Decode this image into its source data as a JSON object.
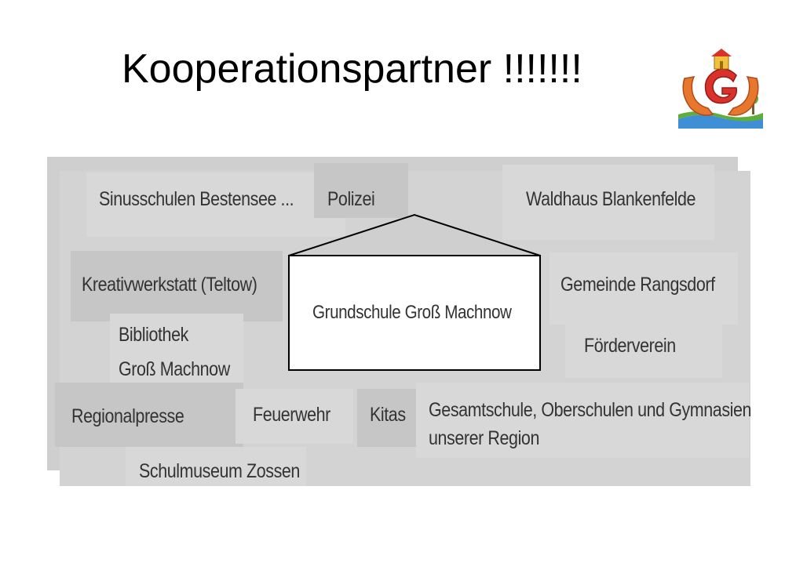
{
  "title": "Kooperationspartner !!!!!!!",
  "logo": {
    "icon": "school-logo-icon",
    "colors": {
      "red": "#d8322a",
      "orange": "#e8772e",
      "green": "#5fae3a",
      "blue": "#3f8fd6",
      "yellow": "#f2c23b"
    }
  },
  "center": {
    "label": "Grundschule Groß Machnow"
  },
  "partners": [
    {
      "id": "sinusschulen",
      "label": "Sinusschulen Bestensee ..."
    },
    {
      "id": "polizei",
      "label": "Polizei"
    },
    {
      "id": "waldhaus",
      "label": "Waldhaus Blankenfelde"
    },
    {
      "id": "kreativwerkstatt",
      "label": "Kreativwerkstatt (Teltow)"
    },
    {
      "id": "gemeinde",
      "label": "Gemeinde Rangsdorf"
    },
    {
      "id": "bibliothek-1",
      "label": "Bibliothek"
    },
    {
      "id": "bibliothek-2",
      "label": "Groß Machnow"
    },
    {
      "id": "foerderverein",
      "label": "Förderverein"
    },
    {
      "id": "regionalpresse",
      "label": "Regionalpresse"
    },
    {
      "id": "feuerwehr",
      "label": "Feuerwehr"
    },
    {
      "id": "kitas",
      "label": "Kitas"
    },
    {
      "id": "gesamtschule-1",
      "label": "Gesamtschule, Oberschulen und Gymnasien"
    },
    {
      "id": "gesamtschule-2",
      "label": "unserer Region"
    },
    {
      "id": "schulmuseum",
      "label": "Schulmuseum Zossen"
    }
  ]
}
